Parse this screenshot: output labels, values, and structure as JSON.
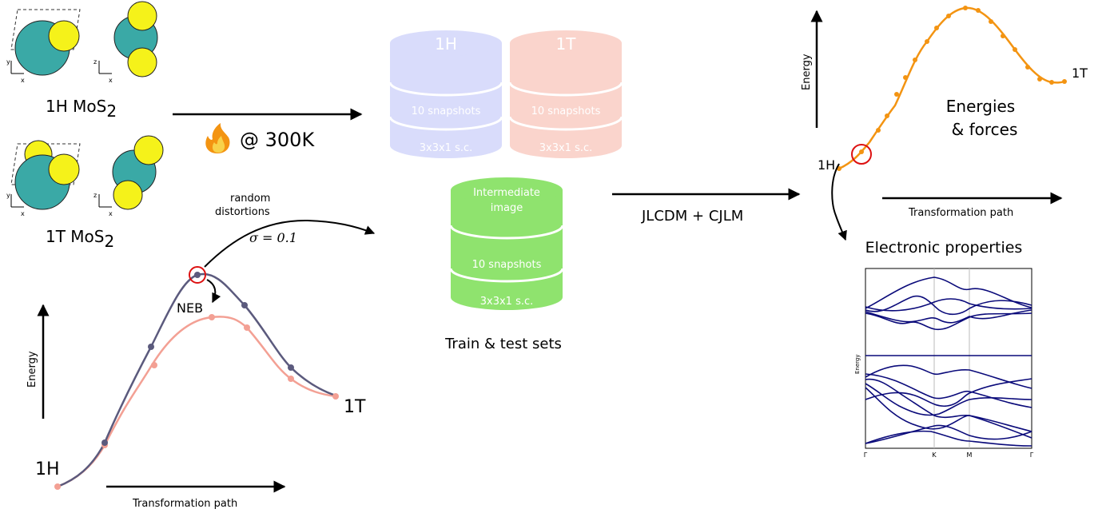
{
  "structures": {
    "h_label": "1H MoS",
    "h_sub": "2",
    "t_label": "1T MoS",
    "t_sub": "2",
    "axis_x": "x",
    "axis_y": "y",
    "axis_z": "z"
  },
  "md": {
    "temperature": "@ 300K",
    "flame_icon": "fire-icon"
  },
  "neb_plot": {
    "distort_label_1": "random",
    "distort_label_2": "distortions",
    "sigma": "σ = 0.1",
    "neb": "NEB",
    "start": "1H",
    "end": "1T",
    "ylabel": "Energy",
    "xlabel": "Transformation path"
  },
  "databases": {
    "h": {
      "title": "1H",
      "snapshots": "10 snapshots",
      "supercell": "3x3x1 s.c."
    },
    "t": {
      "title": "1T",
      "snapshots": "10 snapshots",
      "supercell": "3x3x1 s.c."
    },
    "inter": {
      "title_1": "Intermediate",
      "title_2": "image",
      "snapshots": "10 snapshots",
      "supercell": "3x3x1 s.c."
    },
    "caption": "Train & test sets"
  },
  "model": {
    "label": "JLCDM + CJLM"
  },
  "energy_plot": {
    "ylabel": "Energy",
    "start": "1H",
    "end": "1T",
    "caption_1": "Energies",
    "caption_2": "& forces",
    "xlabel": "Transformation path"
  },
  "bands": {
    "title": "Electronic properties",
    "ylabel": "Energy",
    "kpoints": [
      "Γ",
      "K",
      "M",
      "Γ"
    ]
  },
  "colors": {
    "teal": "#3aa9a6",
    "yellow": "#f5f21a",
    "blue_db": "#d9dcfb",
    "red_db": "#fad4cc",
    "green_db": "#8fe36e",
    "orange": "#f39412",
    "slate": "#5b5a7d",
    "salmon": "#f3a094",
    "navy": "#0a0a7a",
    "ring": "#dd1111"
  }
}
